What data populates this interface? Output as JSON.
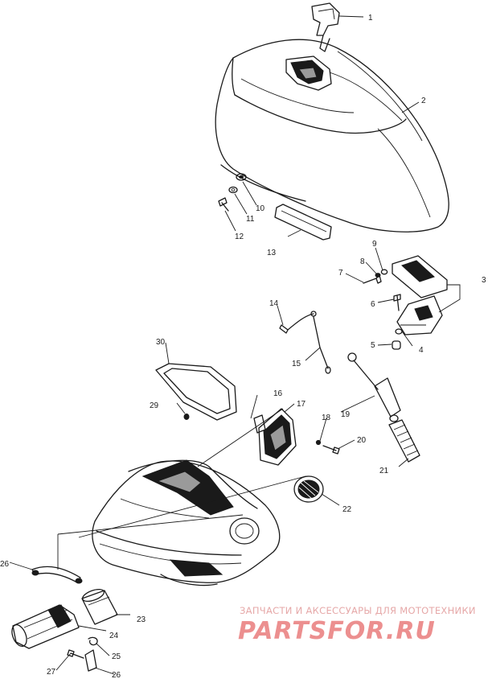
{
  "callouts": [
    {
      "id": "c1",
      "label": "1"
    },
    {
      "id": "c2",
      "label": "2"
    },
    {
      "id": "c3",
      "label": "3"
    },
    {
      "id": "c4",
      "label": "4"
    },
    {
      "id": "c5",
      "label": "5"
    },
    {
      "id": "c6",
      "label": "6"
    },
    {
      "id": "c7",
      "label": "7"
    },
    {
      "id": "c8",
      "label": "8"
    },
    {
      "id": "c9",
      "label": "9"
    },
    {
      "id": "c10",
      "label": "10"
    },
    {
      "id": "c11",
      "label": "11"
    },
    {
      "id": "c12",
      "label": "12"
    },
    {
      "id": "c13",
      "label": "13"
    },
    {
      "id": "c14",
      "label": "14"
    },
    {
      "id": "c15",
      "label": "15"
    },
    {
      "id": "c16",
      "label": "16"
    },
    {
      "id": "c17",
      "label": "17"
    },
    {
      "id": "c18",
      "label": "18"
    },
    {
      "id": "c19",
      "label": "19"
    },
    {
      "id": "c20",
      "label": "20"
    },
    {
      "id": "c21",
      "label": "21"
    },
    {
      "id": "c22",
      "label": "22"
    },
    {
      "id": "c23",
      "label": "23"
    },
    {
      "id": "c24",
      "label": "24"
    },
    {
      "id": "c25",
      "label": "25"
    },
    {
      "id": "c26a",
      "label": "26"
    },
    {
      "id": "c26b",
      "label": "26"
    },
    {
      "id": "c27",
      "label": "27"
    },
    {
      "id": "c29",
      "label": "29"
    },
    {
      "id": "c30",
      "label": "30"
    }
  ],
  "watermark": {
    "tagline": "ЗАПЧАСТИ И АКСЕССУАРЫ ДЛЯ МОТОТЕХНИКИ",
    "logo": "PARTSFOR.RU",
    "colors": {
      "tagline": "#e6a8a8",
      "logo": "#ec8f8f"
    }
  }
}
